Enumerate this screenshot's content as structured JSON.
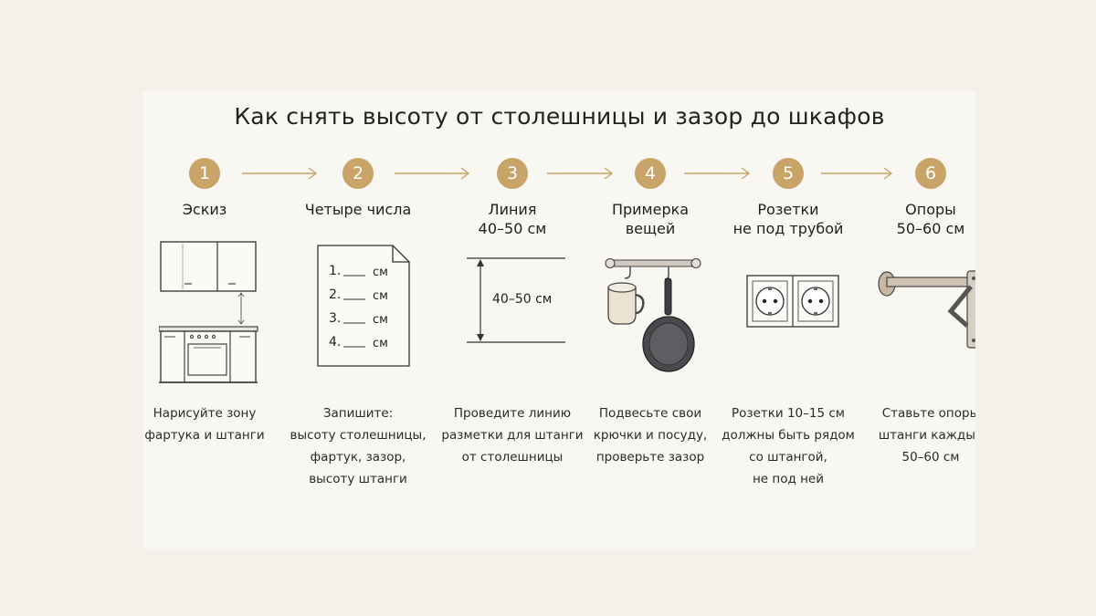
{
  "title": "Как снять высоту от столешницы и зазор до шкафов",
  "colors": {
    "accent": "#c9a468",
    "card_bg": "#f9f7f2",
    "page_bg": "#f4f0ea"
  },
  "steps": [
    {
      "number": "1",
      "title_line1": "Эскиз",
      "title_line2": "",
      "icon": "kitchen-cabinets-icon",
      "desc": [
        "Нарисуйте зону",
        "фартука и штанги"
      ]
    },
    {
      "number": "2",
      "title_line1": "Четыре числа",
      "title_line2": "",
      "icon": "checklist-document-icon",
      "desc": [
        "Запишите:",
        "высоту столешницы,",
        "фартук, зазор,",
        "высоту штанги"
      ],
      "list": [
        {
          "n": "1.",
          "unit": "см"
        },
        {
          "n": "2.",
          "unit": "см"
        },
        {
          "n": "3.",
          "unit": "см"
        },
        {
          "n": "4.",
          "unit": "см"
        }
      ]
    },
    {
      "number": "3",
      "title_line1": "Линия",
      "title_line2": "40–50 см",
      "icon": "height-measure-icon",
      "measure_label": "40–50 см",
      "desc": [
        "Проведите линию",
        "разметки для штанги",
        "от столешницы"
      ]
    },
    {
      "number": "4",
      "title_line1": "Примерка",
      "title_line2": "вещей",
      "icon": "rail-hooks-icon",
      "desc": [
        "Подвесьте свои",
        "крючки и посуду,",
        "проверьте зазор"
      ]
    },
    {
      "number": "5",
      "title_line1": "Розетки",
      "title_line2": "не под трубой",
      "icon": "double-socket-icon",
      "desc": [
        "Розетки 10–15 см",
        "должны быть рядом",
        "со штангой,",
        "не под ней"
      ]
    },
    {
      "number": "6",
      "title_line1": "Опоры",
      "title_line2": "50–60 см",
      "icon": "rail-bracket-icon",
      "desc": [
        "Ставьте опоры",
        "штанги каждые",
        "50–60 см"
      ]
    }
  ]
}
